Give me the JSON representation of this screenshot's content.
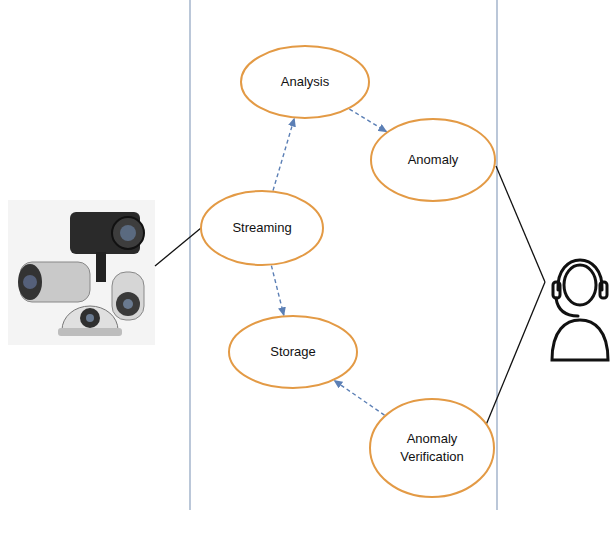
{
  "diagram": {
    "nodes": [
      {
        "text": [
          "Analysis"
        ]
      },
      {
        "text": [
          "Anomaly"
        ]
      },
      {
        "text": [
          "Streaming"
        ]
      },
      {
        "text": [
          "Storage"
        ]
      },
      {
        "text": [
          "Anomaly Verification"
        ]
      }
    ],
    "edges": [
      {
        "from": 2,
        "to": 0,
        "arrow": "to"
      },
      {
        "from": 0,
        "to": 1,
        "arrow": "to"
      },
      {
        "from": 2,
        "to": 3,
        "arrow": "to"
      },
      {
        "from": 4,
        "to": 3,
        "arrow": "to"
      }
    ]
  }
}
